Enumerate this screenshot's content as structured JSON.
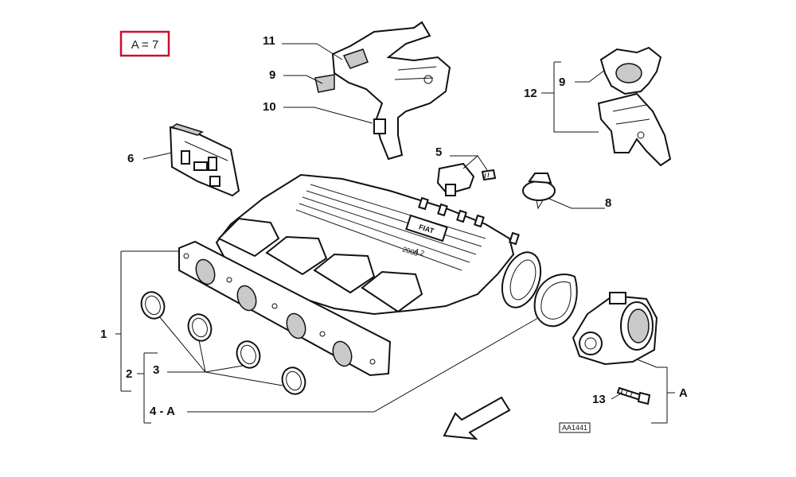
{
  "legend_box": {
    "text": "A = 7",
    "border_color": "#c8102e"
  },
  "callouts": {
    "c1": "1",
    "c2": "2",
    "c3": "3",
    "c4": "4 - A",
    "c5": "5",
    "c6": "6",
    "c8": "8",
    "c9a": "9",
    "c9b": "9",
    "c10": "10",
    "c11": "11",
    "c12": "12",
    "c13": "13",
    "cA": "A"
  },
  "manifold_text": {
    "brand": "FIAT",
    "engine": "4.2",
    "code": "2000"
  },
  "drawing_code": "AA1441",
  "colors": {
    "line": "#111111",
    "shade": "#c9c9c9",
    "frame": "#c8102e"
  }
}
